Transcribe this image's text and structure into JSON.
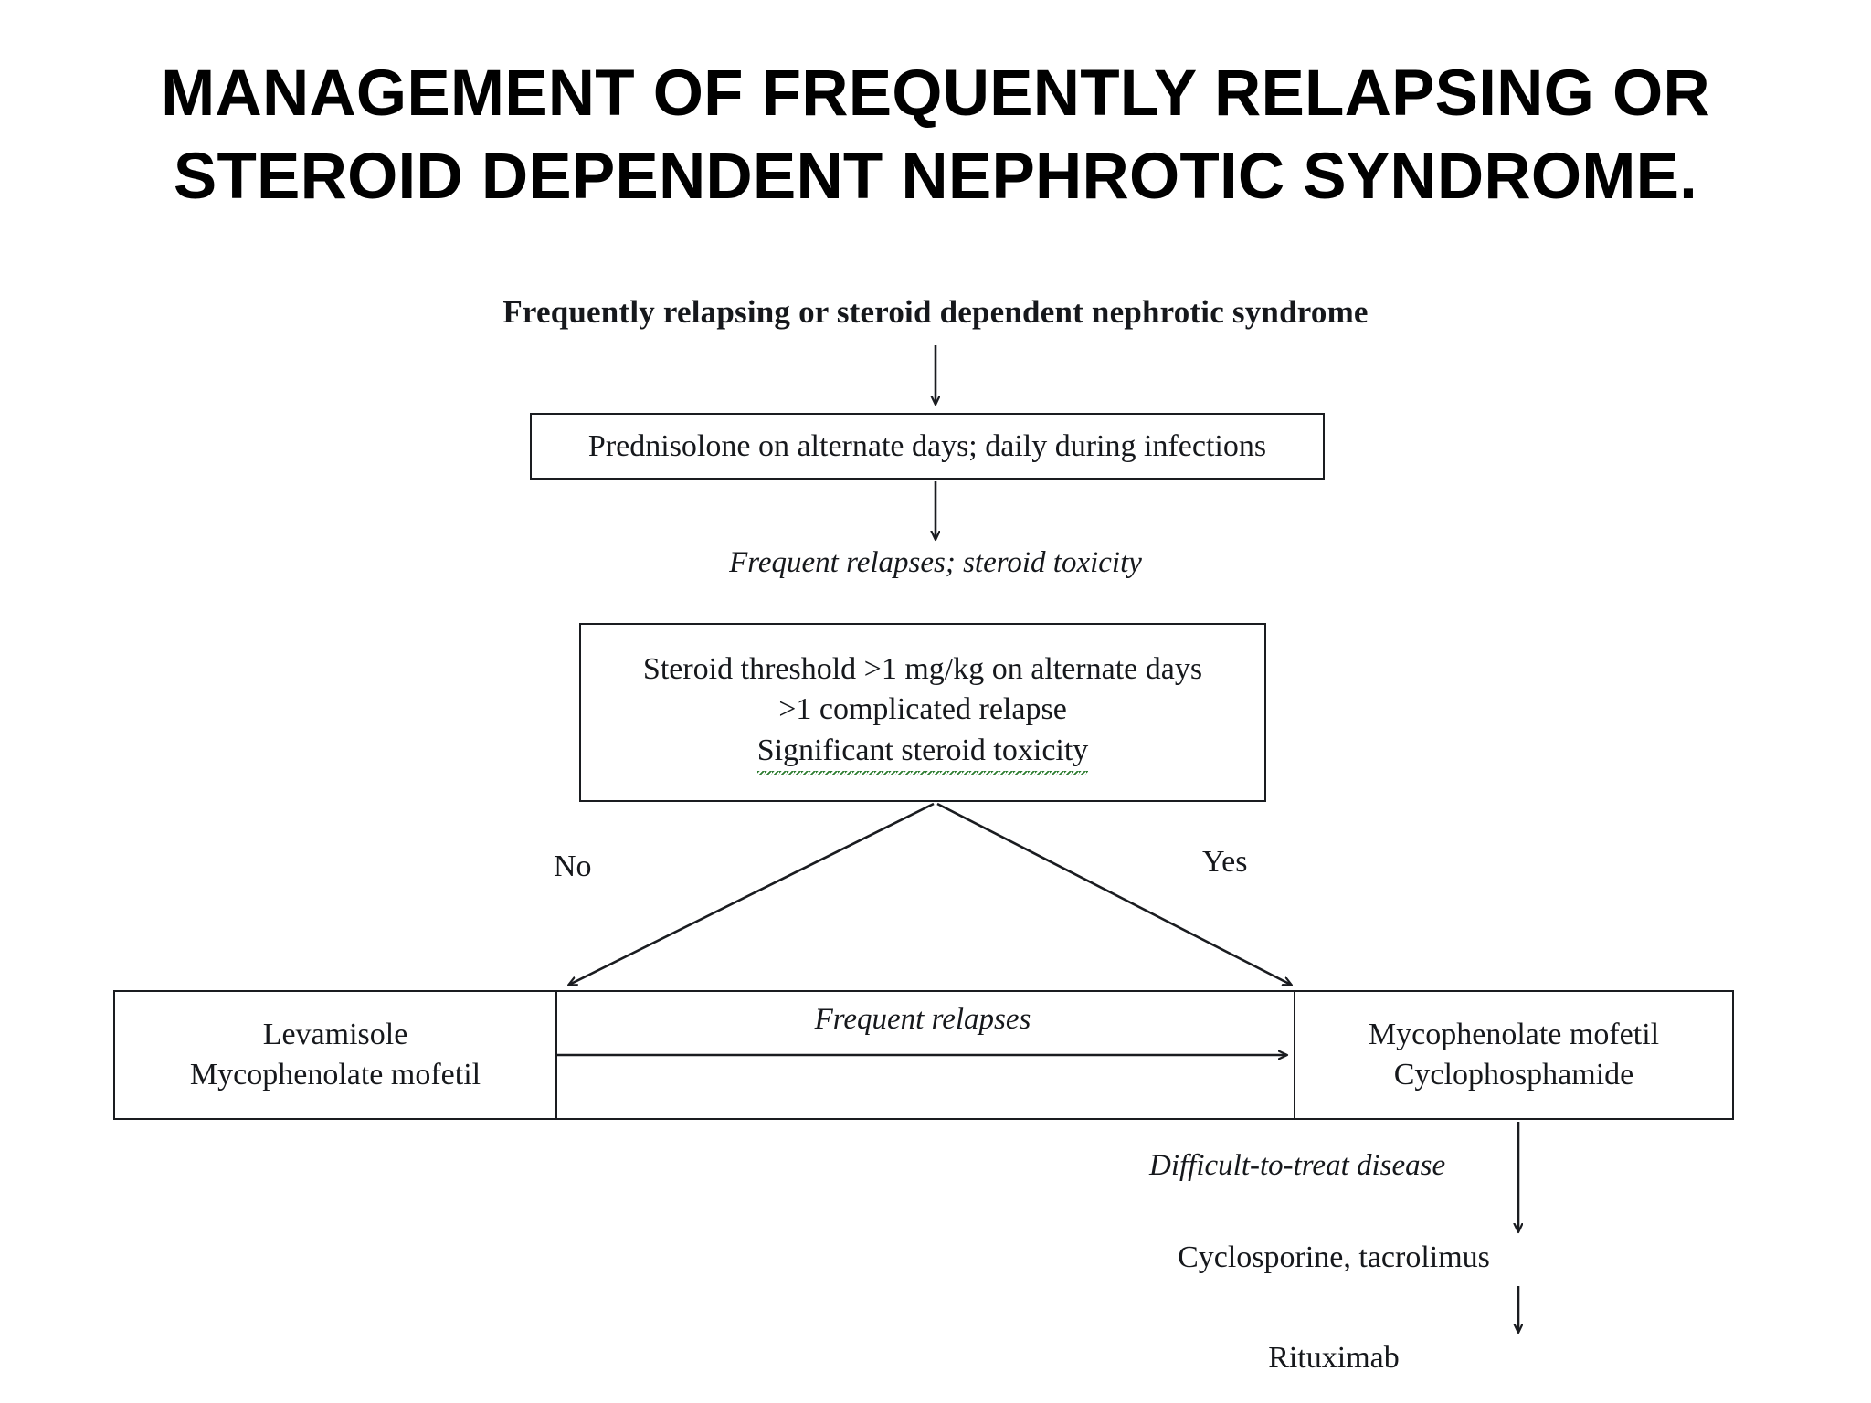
{
  "slide": {
    "title_lines": [
      "MANAGEMENT OF FREQUENTLY RELAPSING OR",
      "STEROID DEPENDENT NEPHROTIC SYNDROME."
    ],
    "background_color": "#ffffff",
    "ink_color": "#16181c",
    "spellcheck_underline_color": "#2f7d32"
  },
  "chart_data": {
    "type": "diagram",
    "title": "Frequently relapsing or steroid dependent nephrotic syndrome",
    "nodes": [
      {
        "id": "heading",
        "shape": "plain-bold",
        "text": "Frequently relapsing or steroid dependent nephrotic syndrome"
      },
      {
        "id": "prednisolone",
        "shape": "rect",
        "text": "Prednisolone on alternate days; daily during infections"
      },
      {
        "id": "criteria",
        "shape": "rect",
        "lines": [
          "Steroid threshold >1 mg/kg on alternate days",
          ">1 complicated relapse",
          "Significant steroid toxicity"
        ]
      },
      {
        "id": "left-branch",
        "shape": "rect",
        "lines": [
          "Levamisole",
          "Mycophenolate mofetil"
        ]
      },
      {
        "id": "right-branch",
        "shape": "rect",
        "lines": [
          "Mycophenolate mofetil",
          "Cyclophosphamide"
        ]
      },
      {
        "id": "cyclosporine",
        "shape": "plain",
        "text": "Cyclosporine, tacrolimus"
      },
      {
        "id": "rituximab",
        "shape": "plain",
        "text": "Rituximab"
      }
    ],
    "edge_labels": [
      {
        "id": "edge-frequent-relapses-toxicity",
        "text": "Frequent relapses; steroid toxicity",
        "style": "italic",
        "from": "prednisolone",
        "to": "criteria"
      },
      {
        "id": "edge-no",
        "text": "No",
        "style": "normal",
        "from": "criteria",
        "to": "left-branch"
      },
      {
        "id": "edge-yes",
        "text": "Yes",
        "style": "normal",
        "from": "criteria",
        "to": "right-branch"
      },
      {
        "id": "edge-frequent-relapses",
        "text": "Frequent relapses",
        "style": "italic",
        "from": "left-branch",
        "to": "right-branch"
      },
      {
        "id": "edge-difficult",
        "text": "Difficult-to-treat disease",
        "style": "italic",
        "from": "right-branch",
        "to": "cyclosporine"
      }
    ]
  }
}
